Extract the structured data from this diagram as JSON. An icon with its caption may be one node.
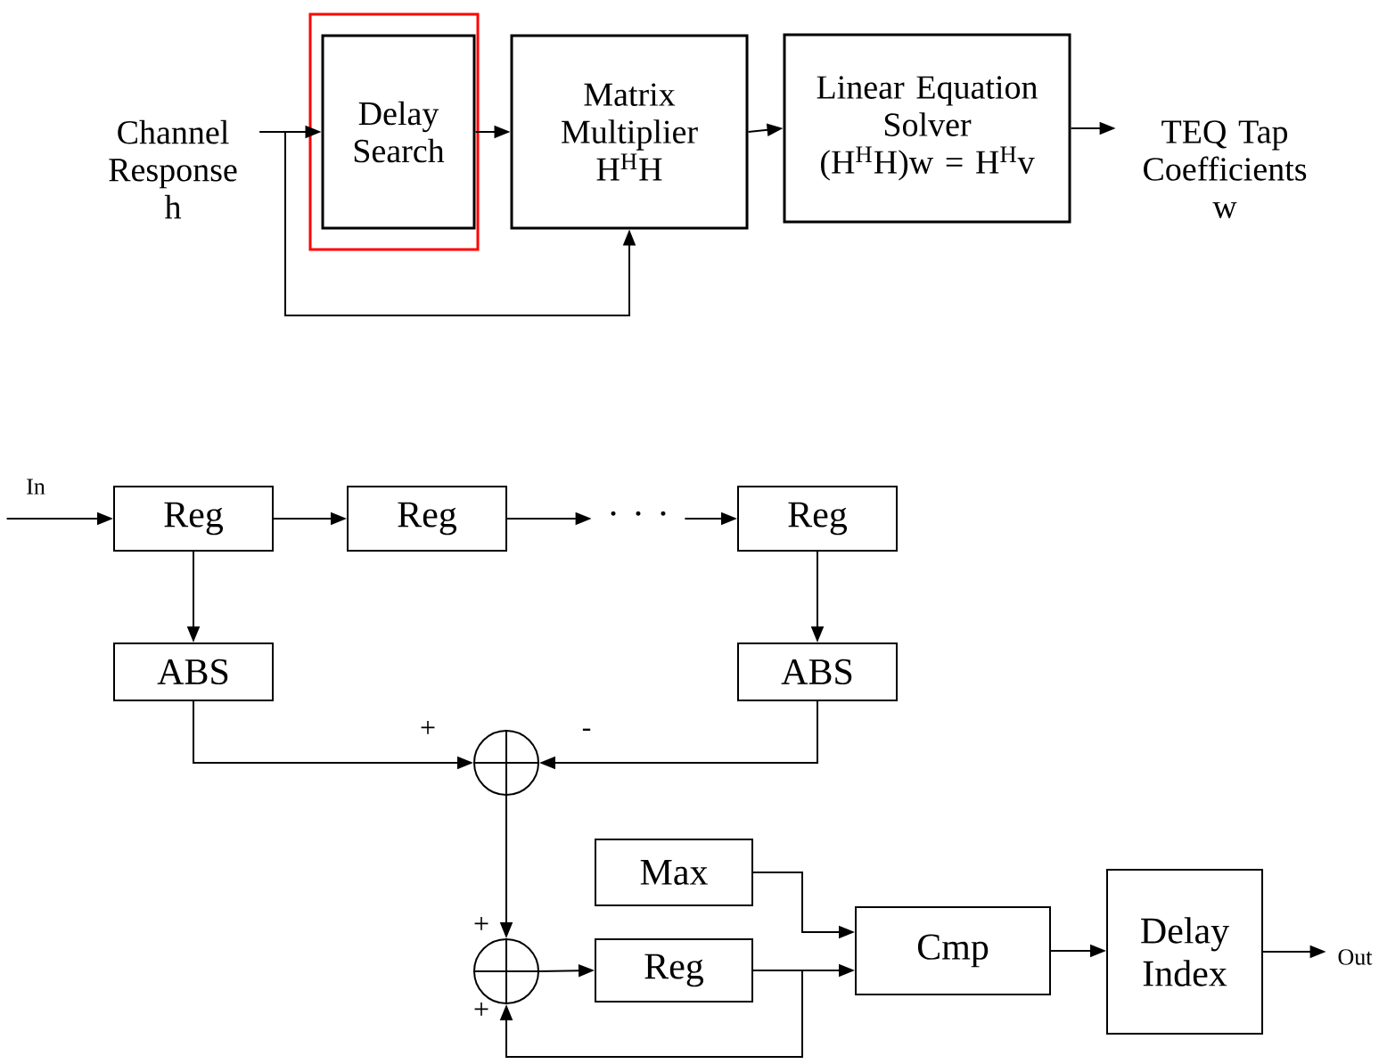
{
  "diagram": {
    "nodes": [
      {
        "text": [
          "Channel Response",
          "h"
        ]
      },
      {
        "text": [],
        "shape": "box"
      },
      {
        "text": [
          "Delay Search"
        ],
        "in": 1
      },
      {
        "text": [
          "Matrix Multiplier",
          "H$^{H}$H"
        ]
      },
      {
        "text": [
          "Linear Equation Solver",
          "(H$^{H}$H)w = H$^{H}$v"
        ]
      },
      {
        "text": [
          "TEQ Tap Coefficients",
          "w"
        ]
      },
      {
        "text": [
          "In"
        ]
      },
      {
        "text": [
          "Reg"
        ]
      },
      {
        "text": [
          "Reg"
        ]
      },
      {
        "text": [
          "· · ·"
        ]
      },
      {
        "text": [
          "Reg"
        ]
      },
      {
        "text": [
          "ABS"
        ]
      },
      {
        "text": [
          "ABS"
        ]
      },
      {
        "text": [],
        "shape": "circle"
      },
      {
        "text": [
          "Max"
        ]
      },
      {
        "text": [],
        "shape": "circle"
      },
      {
        "text": [
          "Reg"
        ]
      },
      {
        "text": [
          "Cmp"
        ]
      },
      {
        "text": [
          "Delay Index"
        ]
      },
      {
        "text": [
          "Out"
        ]
      }
    ],
    "edges": [
      {
        "from": 0,
        "to": 2,
        "arrow": "to"
      },
      {
        "from": 0,
        "to": 3,
        "arrow": "to"
      },
      {
        "from": 2,
        "to": 3,
        "arrow": "to"
      },
      {
        "from": 3,
        "to": 4,
        "arrow": "to"
      },
      {
        "from": 4,
        "to": 5,
        "arrow": "to"
      },
      {
        "from": 6,
        "to": 7,
        "arrow": "to"
      },
      {
        "from": 7,
        "to": 8,
        "arrow": "to"
      },
      {
        "from": 8,
        "to": 9,
        "arrow": "to"
      },
      {
        "from": 9,
        "to": 10,
        "arrow": "to"
      },
      {
        "from": 7,
        "to": 11,
        "arrow": "to"
      },
      {
        "from": 10,
        "to": 12,
        "arrow": "to"
      },
      {
        "from": 11,
        "to": 13,
        "arrow": "to"
      },
      {
        "from": 12,
        "to": 13,
        "arrow": "to"
      },
      {
        "from": 13,
        "to": 15,
        "arrow": "to"
      },
      {
        "from": 15,
        "to": 16,
        "arrow": "to"
      },
      {
        "from": 14,
        "to": 17,
        "arrow": "to"
      },
      {
        "from": 16,
        "to": 17,
        "arrow": "to"
      },
      {
        "from": 16,
        "to": 15,
        "arrow": "to"
      },
      {
        "from": 17,
        "to": 18,
        "arrow": "to"
      },
      {
        "from": 18,
        "to": 19,
        "arrow": "to"
      }
    ],
    "labels": [
      "+",
      "-",
      "+",
      "+"
    ]
  }
}
